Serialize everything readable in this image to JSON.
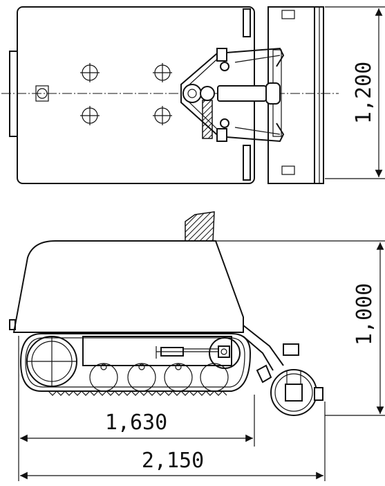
{
  "dimensions": {
    "width": "1,200",
    "height": "1,000",
    "track_length": "1,630",
    "overall_length": "2,150"
  },
  "colors": {
    "line": "#111111",
    "background": "#ffffff"
  }
}
